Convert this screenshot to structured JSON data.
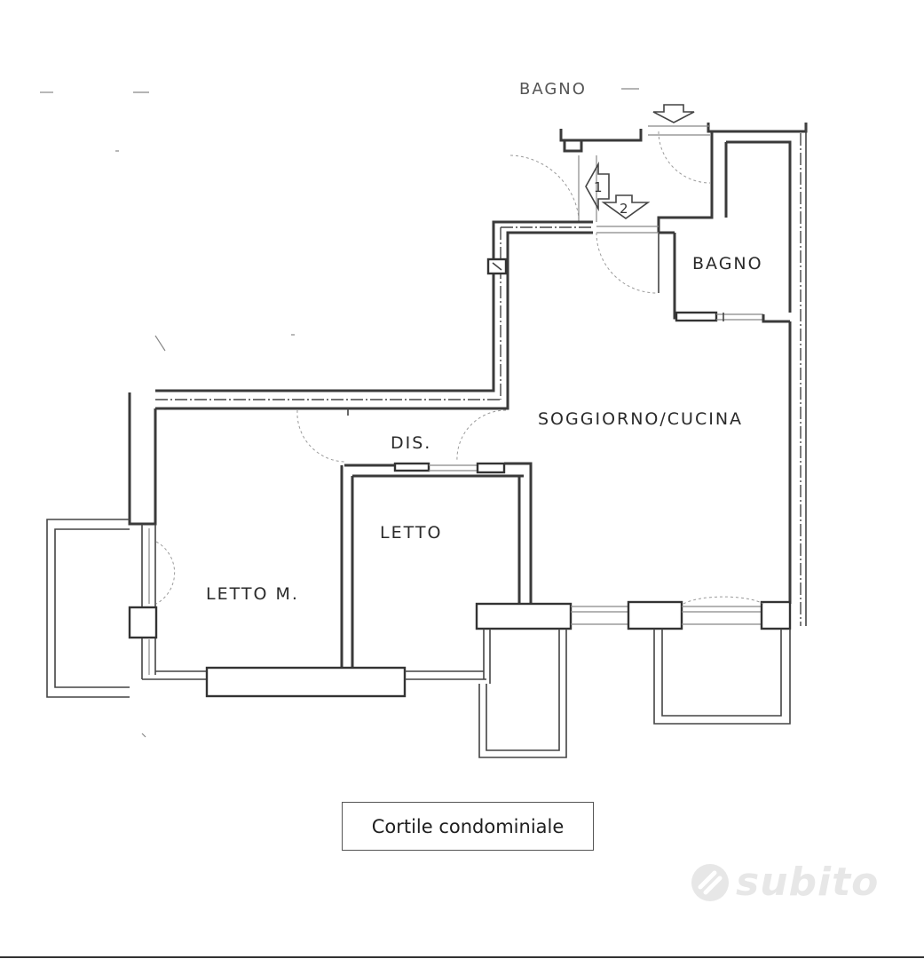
{
  "plan": {
    "top_cut_label": "BAGNO",
    "rooms": {
      "bagno": "BAGNO",
      "soggiorno": "SOGGIORNO/CUCINA",
      "dis": "DIS.",
      "letto": "LETTO",
      "letto_m": "LETTO M."
    },
    "entry_arrows": {
      "arrow_1": "1",
      "arrow_2": "2"
    }
  },
  "caption": {
    "text": "Cortile condominiale"
  },
  "watermark": {
    "brand": "subito",
    "icon": "subito-logo-icon"
  }
}
